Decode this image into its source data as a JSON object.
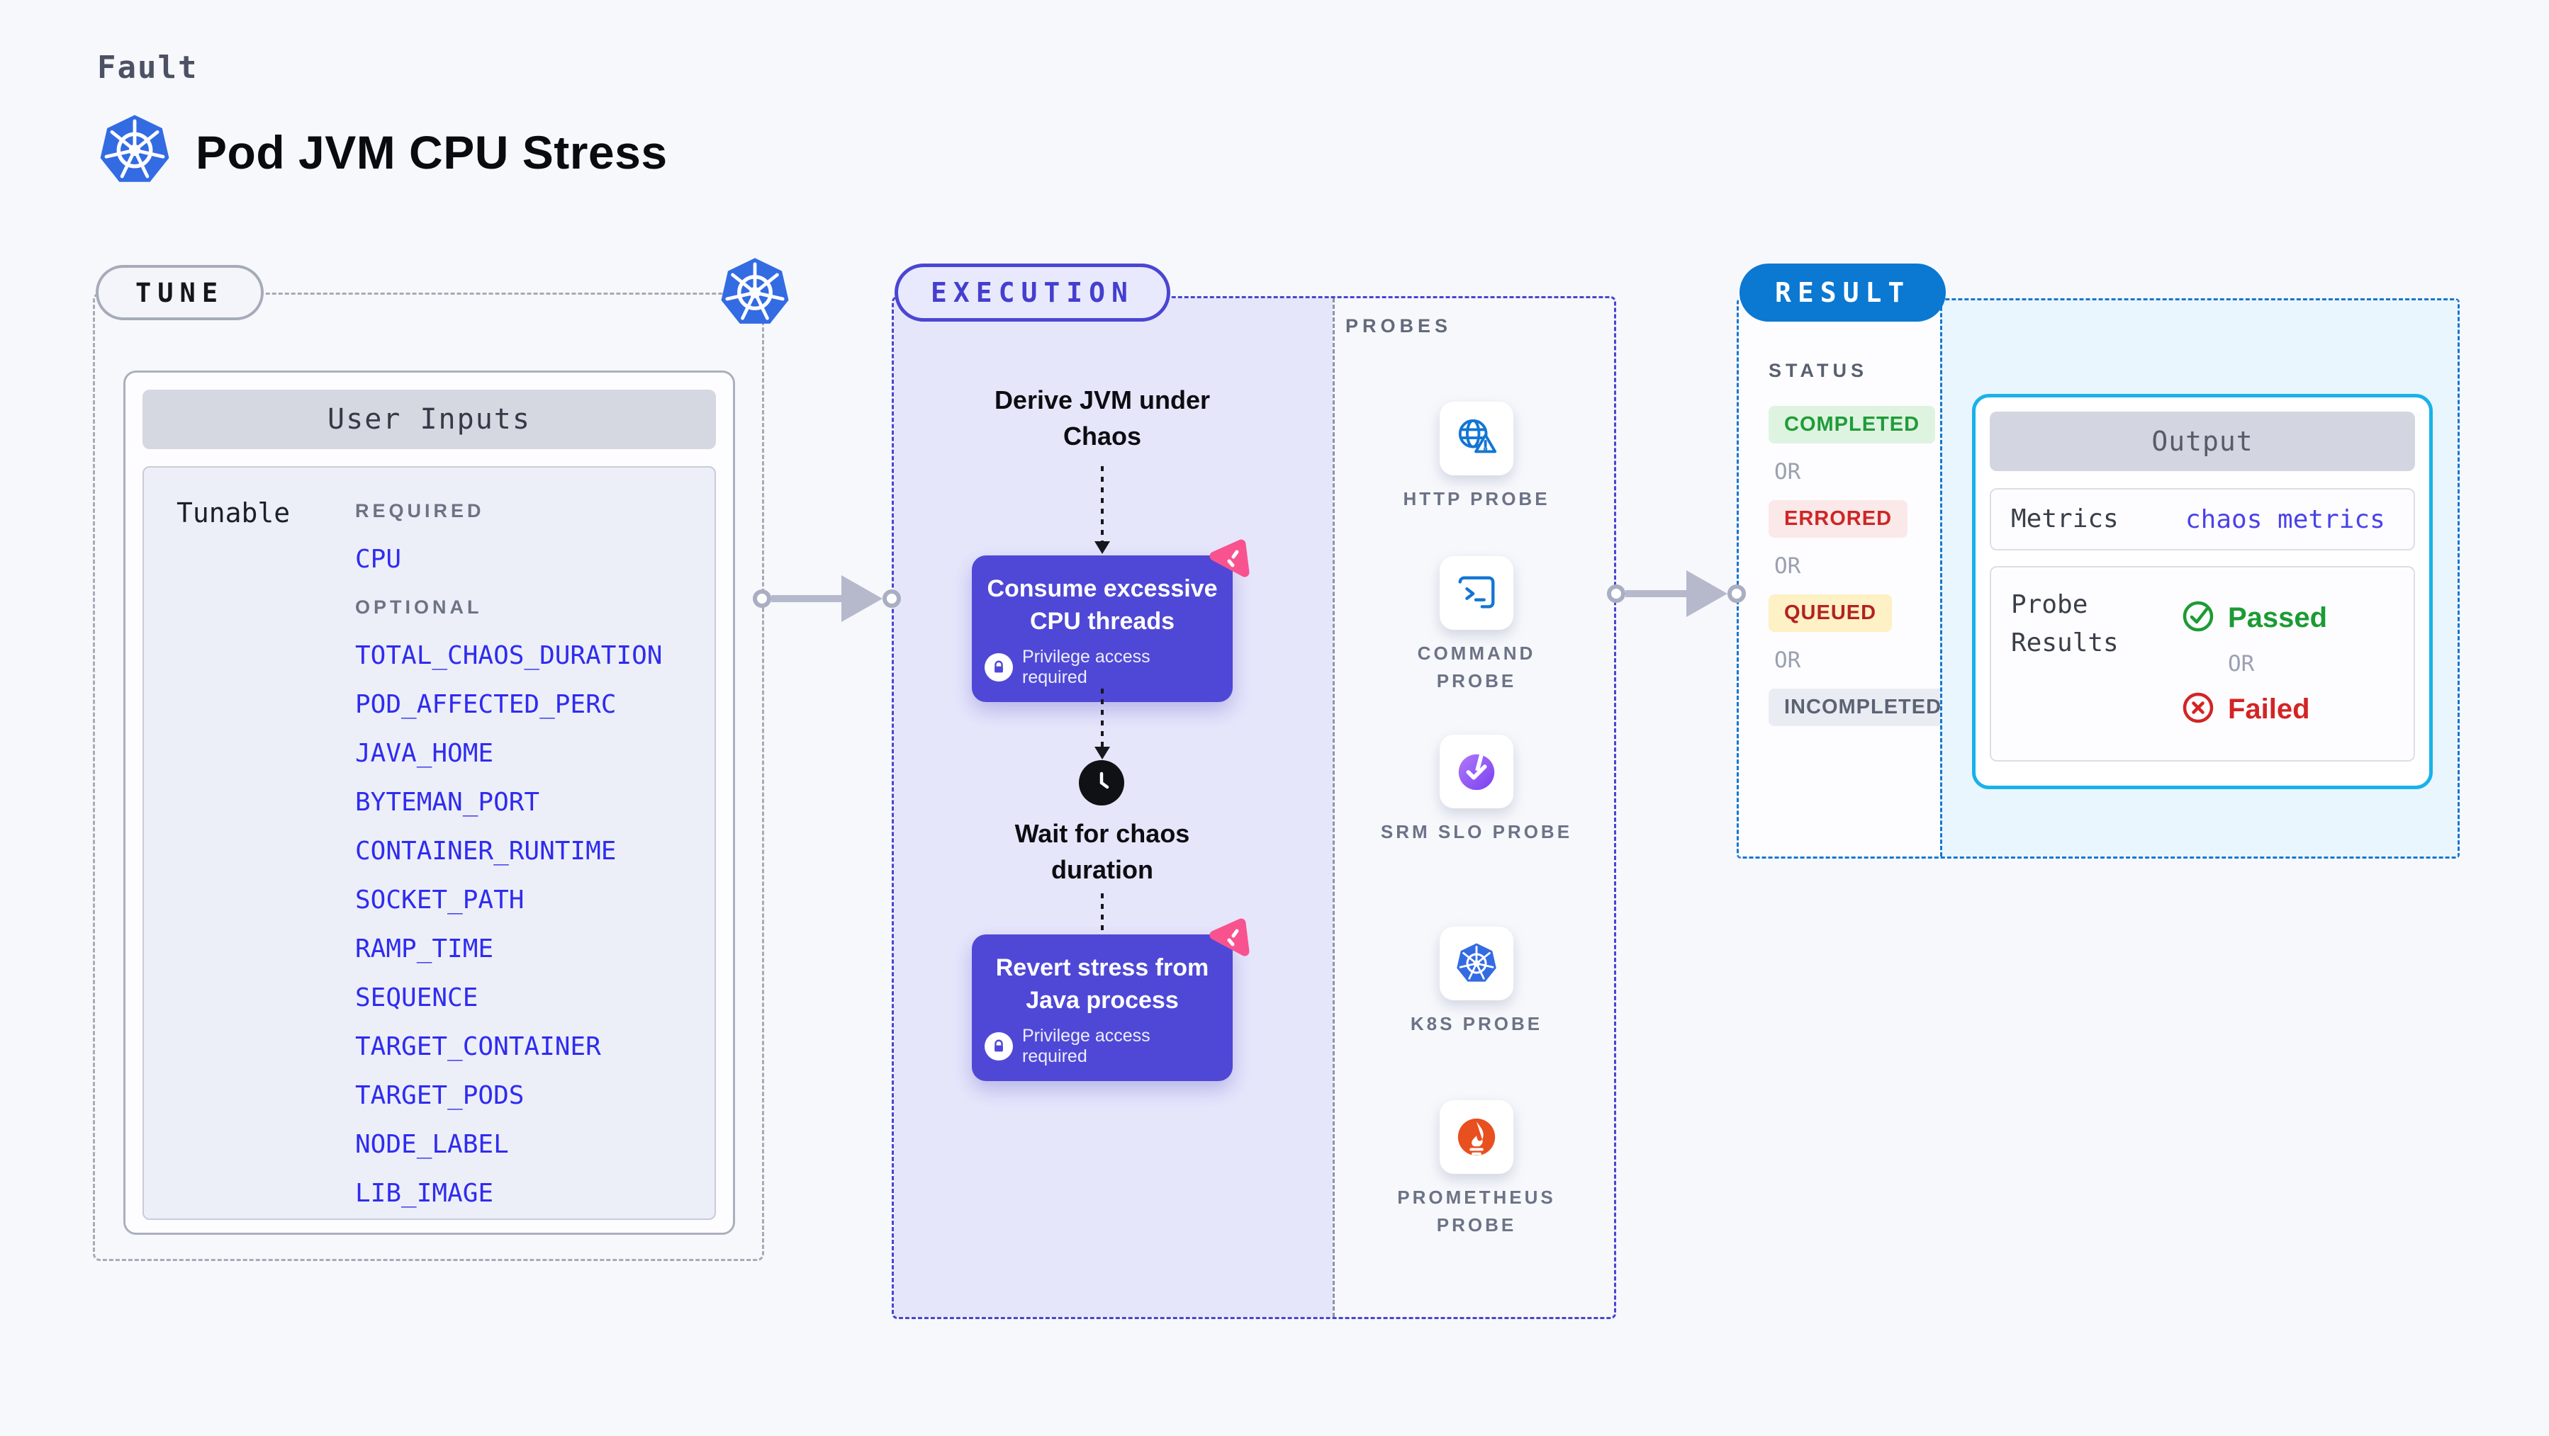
{
  "header": {
    "kicker": "Fault",
    "title": "Pod JVM CPU Stress"
  },
  "tune": {
    "badge": "TUNE",
    "card_title": "User Inputs",
    "group_label": "Tunable",
    "required_label": "REQUIRED",
    "required_params": [
      "CPU"
    ],
    "optional_label": "OPTIONAL",
    "optional_params": [
      "TOTAL_CHAOS_DURATION",
      "POD_AFFECTED_PERC",
      "JAVA_HOME",
      "BYTEMAN_PORT",
      "CONTAINER_RUNTIME",
      "SOCKET_PATH",
      "RAMP_TIME",
      "SEQUENCE",
      "TARGET_CONTAINER",
      "TARGET_PODS",
      "NODE_LABEL",
      "LIB_IMAGE"
    ]
  },
  "execution": {
    "badge": "EXECUTION",
    "steps": [
      {
        "type": "text",
        "label": "Derive JVM under Chaos"
      },
      {
        "type": "box",
        "label": "Consume excessive CPU threads",
        "note": "Privilege access required"
      },
      {
        "type": "clock",
        "label": "Wait for chaos duration"
      },
      {
        "type": "box",
        "label": "Revert stress from Java process",
        "note": "Privilege access required"
      }
    ]
  },
  "probes": {
    "title": "PROBES",
    "items": [
      {
        "label": "HTTP PROBE",
        "icon": "globe-alert-icon"
      },
      {
        "label": "COMMAND PROBE",
        "icon": "terminal-icon"
      },
      {
        "label": "SRM SLO PROBE",
        "icon": "slo-pie-icon"
      },
      {
        "label": "K8S PROBE",
        "icon": "kubernetes-icon"
      },
      {
        "label": "PROMETHEUS PROBE",
        "icon": "prometheus-flame-icon"
      }
    ]
  },
  "result": {
    "badge": "RESULT",
    "status_label": "STATUS",
    "or_label": "OR",
    "statuses": [
      {
        "label": "COMPLETED",
        "bg": "#dff3e1",
        "color": "#1f9c39"
      },
      {
        "label": "ERRORED",
        "bg": "#fbe8e8",
        "color": "#cd2626"
      },
      {
        "label": "QUEUED",
        "bg": "#fdf1c5",
        "color": "#b32222"
      },
      {
        "label": "INCOMPLETED",
        "bg": "#eaecf3",
        "color": "#5c6373"
      }
    ],
    "output": {
      "title": "Output",
      "metrics_label": "Metrics",
      "metrics_value": "chaos metrics",
      "probe_results_label": "Probe Results",
      "passed_label": "Passed",
      "or_label": "OR",
      "failed_label": "Failed"
    }
  },
  "colors": {
    "page_bg": "#f7f8fc",
    "kubernetes_blue": "#336be3",
    "execution_indigo": "#4a46d3",
    "execution_fill": "#e6e6fb",
    "step_box": "#4f48d6",
    "chaos_pink": "#f8538e",
    "param_blue": "#2f2cf0",
    "result_blue": "#0b78d1",
    "output_border_cyan": "#19b2e9",
    "output_fill": "#e9f6fd",
    "passed_green": "#1c9b34",
    "failed_red": "#d32424",
    "arrow_gray": "#b6b9cb"
  }
}
